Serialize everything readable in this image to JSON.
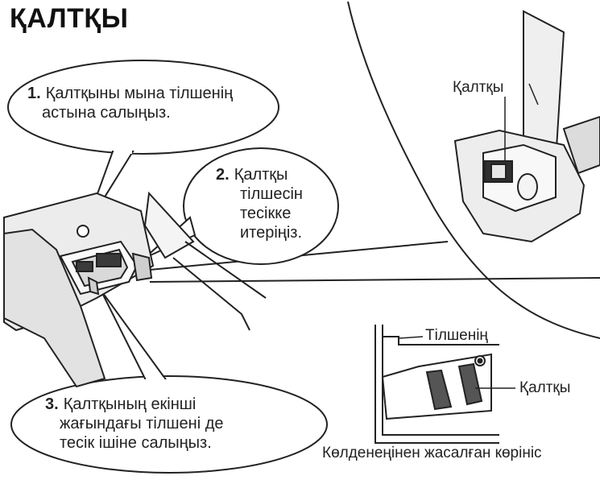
{
  "title": "ҚАЛТҚЫ",
  "steps": [
    {
      "number": "1.",
      "line1": "Қалтқыны мына тілшенің",
      "line2": "астына салыңыз."
    },
    {
      "number": "2.",
      "line1": "Қалтқы",
      "line2": "тілшесін",
      "line3": "тесікке",
      "line4": "итеріңіз."
    },
    {
      "number": "3.",
      "line1": "Қалтқының екінші",
      "line2": "жағындағы тілшені де",
      "line3": "тесік ішіне салыңыз."
    }
  ],
  "detail": {
    "float_label": "Қалтқы"
  },
  "cross_section": {
    "tab_label": "Тілшенің",
    "float_label": "Қалтқы",
    "caption": "Көлденеңінен жасалған көрініс"
  }
}
